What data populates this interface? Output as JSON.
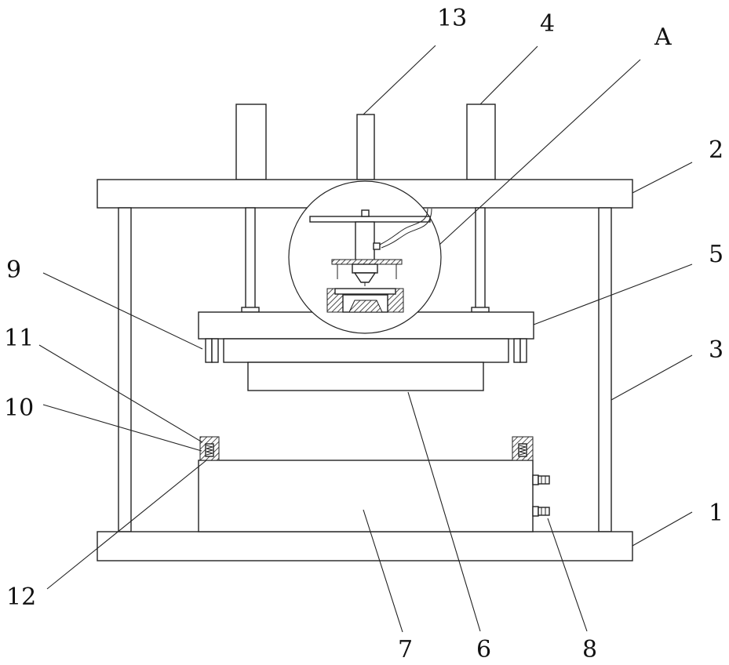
{
  "labels": {
    "l13": "13",
    "l4": "4",
    "lA": "A",
    "l2": "2",
    "l9": "9",
    "l5": "5",
    "l11": "11",
    "l3": "3",
    "l10": "10",
    "l1": "1",
    "l12": "12",
    "l7": "7",
    "l6": "6",
    "l8": "8"
  }
}
